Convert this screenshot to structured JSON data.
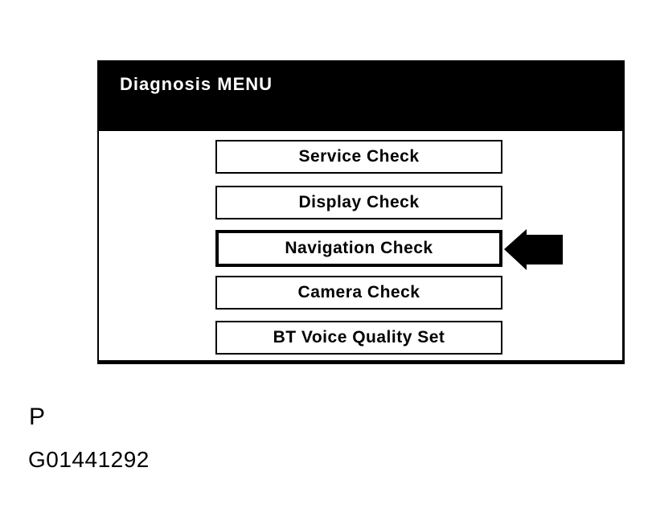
{
  "screen": {
    "title": "Diagnosis MENU",
    "buttons": [
      {
        "label": "Service Check",
        "selected": false
      },
      {
        "label": "Display Check",
        "selected": false
      },
      {
        "label": "Navigation Check",
        "selected": true
      },
      {
        "label": "Camera Check",
        "selected": false
      },
      {
        "label": "BT Voice Quality Set",
        "selected": false
      }
    ]
  },
  "annotations": {
    "selection_arrow_icon": "left-arrow-icon",
    "selection_arrow_points_to": "Navigation Check"
  },
  "figure": {
    "page_label": "P",
    "figure_id": "G01441292"
  },
  "colors": {
    "header_bg": "#000000",
    "header_text": "#ffffff",
    "screen_bg": "#ffffff",
    "border": "#000000",
    "text": "#000000",
    "arrow": "#000000"
  }
}
